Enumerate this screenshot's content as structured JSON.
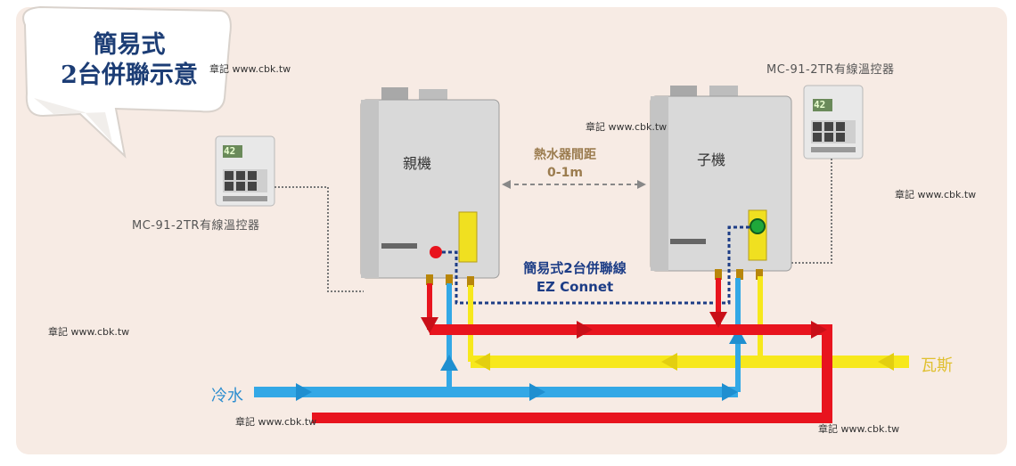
{
  "title": {
    "line1": "簡易式",
    "line2": "2台併聯示意"
  },
  "watermark": "章記 www.cbk.tw",
  "controller_left": {
    "label": "MC-91-2TR有線溫控器",
    "display": "42"
  },
  "controller_right": {
    "label": "MC-91-2TR有線溫控器",
    "display": "42"
  },
  "heater_master": {
    "label": "親機"
  },
  "heater_slave": {
    "label": "子機"
  },
  "spacing": {
    "line1": "熱水器間距",
    "line2": "0-1m"
  },
  "link_cable": {
    "line1": "簡易式2台併聯線",
    "line2": "EZ Connet"
  },
  "cold_water": "冷水",
  "gas": "瓦斯",
  "colors": {
    "hot": "#e8141e",
    "cold": "#33a8e6",
    "gas": "#f7e81c",
    "cable": "#1d3d86",
    "panel": "#f7ebe4"
  }
}
